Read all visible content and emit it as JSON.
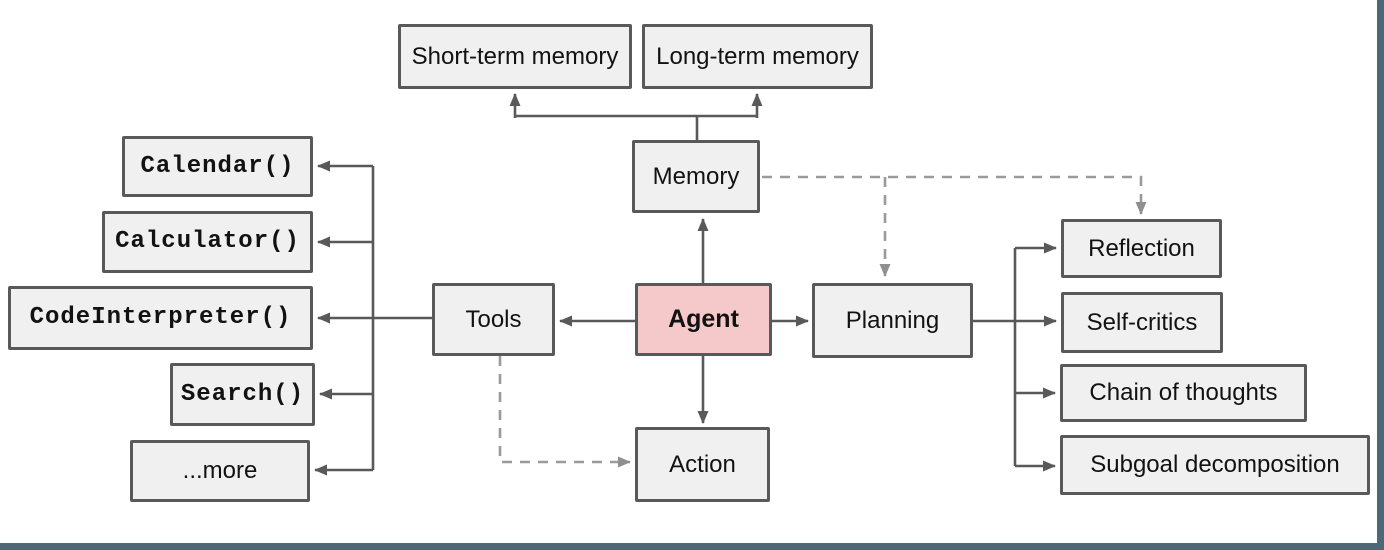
{
  "diagram": {
    "nodes": {
      "agent": {
        "label": "Agent"
      },
      "memory": {
        "label": "Memory"
      },
      "tools": {
        "label": "Tools"
      },
      "planning": {
        "label": "Planning"
      },
      "action": {
        "label": "Action"
      },
      "short_term": {
        "label": "Short-term memory"
      },
      "long_term": {
        "label": "Long-term memory"
      },
      "calendar": {
        "label": "Calendar()"
      },
      "calculator": {
        "label": "Calculator()"
      },
      "code_interpreter": {
        "label": "CodeInterpreter()"
      },
      "search": {
        "label": "Search()"
      },
      "more": {
        "label": "...more"
      },
      "reflection": {
        "label": "Reflection"
      },
      "self_critics": {
        "label": "Self-critics"
      },
      "chain_of_thoughts": {
        "label": "Chain of thoughts"
      },
      "subgoal_decomposition": {
        "label": "Subgoal decomposition"
      }
    },
    "edges": [
      {
        "from": "Agent",
        "to": "Memory",
        "style": "solid"
      },
      {
        "from": "Agent",
        "to": "Tools",
        "style": "solid"
      },
      {
        "from": "Agent",
        "to": "Planning",
        "style": "solid"
      },
      {
        "from": "Agent",
        "to": "Action",
        "style": "solid"
      },
      {
        "from": "Memory",
        "to": "Short-term memory",
        "style": "solid"
      },
      {
        "from": "Memory",
        "to": "Long-term memory",
        "style": "solid"
      },
      {
        "from": "Tools",
        "to": "Calendar()",
        "style": "solid"
      },
      {
        "from": "Tools",
        "to": "Calculator()",
        "style": "solid"
      },
      {
        "from": "Tools",
        "to": "CodeInterpreter()",
        "style": "solid"
      },
      {
        "from": "Tools",
        "to": "Search()",
        "style": "solid"
      },
      {
        "from": "Tools",
        "to": "...more",
        "style": "solid"
      },
      {
        "from": "Planning",
        "to": "Reflection",
        "style": "solid"
      },
      {
        "from": "Planning",
        "to": "Self-critics",
        "style": "solid"
      },
      {
        "from": "Planning",
        "to": "Chain of thoughts",
        "style": "solid"
      },
      {
        "from": "Planning",
        "to": "Subgoal decomposition",
        "style": "solid"
      },
      {
        "from": "Memory",
        "to": "Planning",
        "style": "dashed"
      },
      {
        "from": "Memory",
        "to": "Reflection",
        "style": "dashed"
      },
      {
        "from": "Tools",
        "to": "Action",
        "style": "dashed"
      }
    ],
    "colors": {
      "background": "#ffffff",
      "node_fill": "#f0f0f0",
      "node_border": "#595959",
      "agent_fill": "#f5c9c9",
      "solid_connector": "#595959",
      "dashed_connector": "#9a9a9a",
      "frame_band": "#4d6876"
    }
  }
}
